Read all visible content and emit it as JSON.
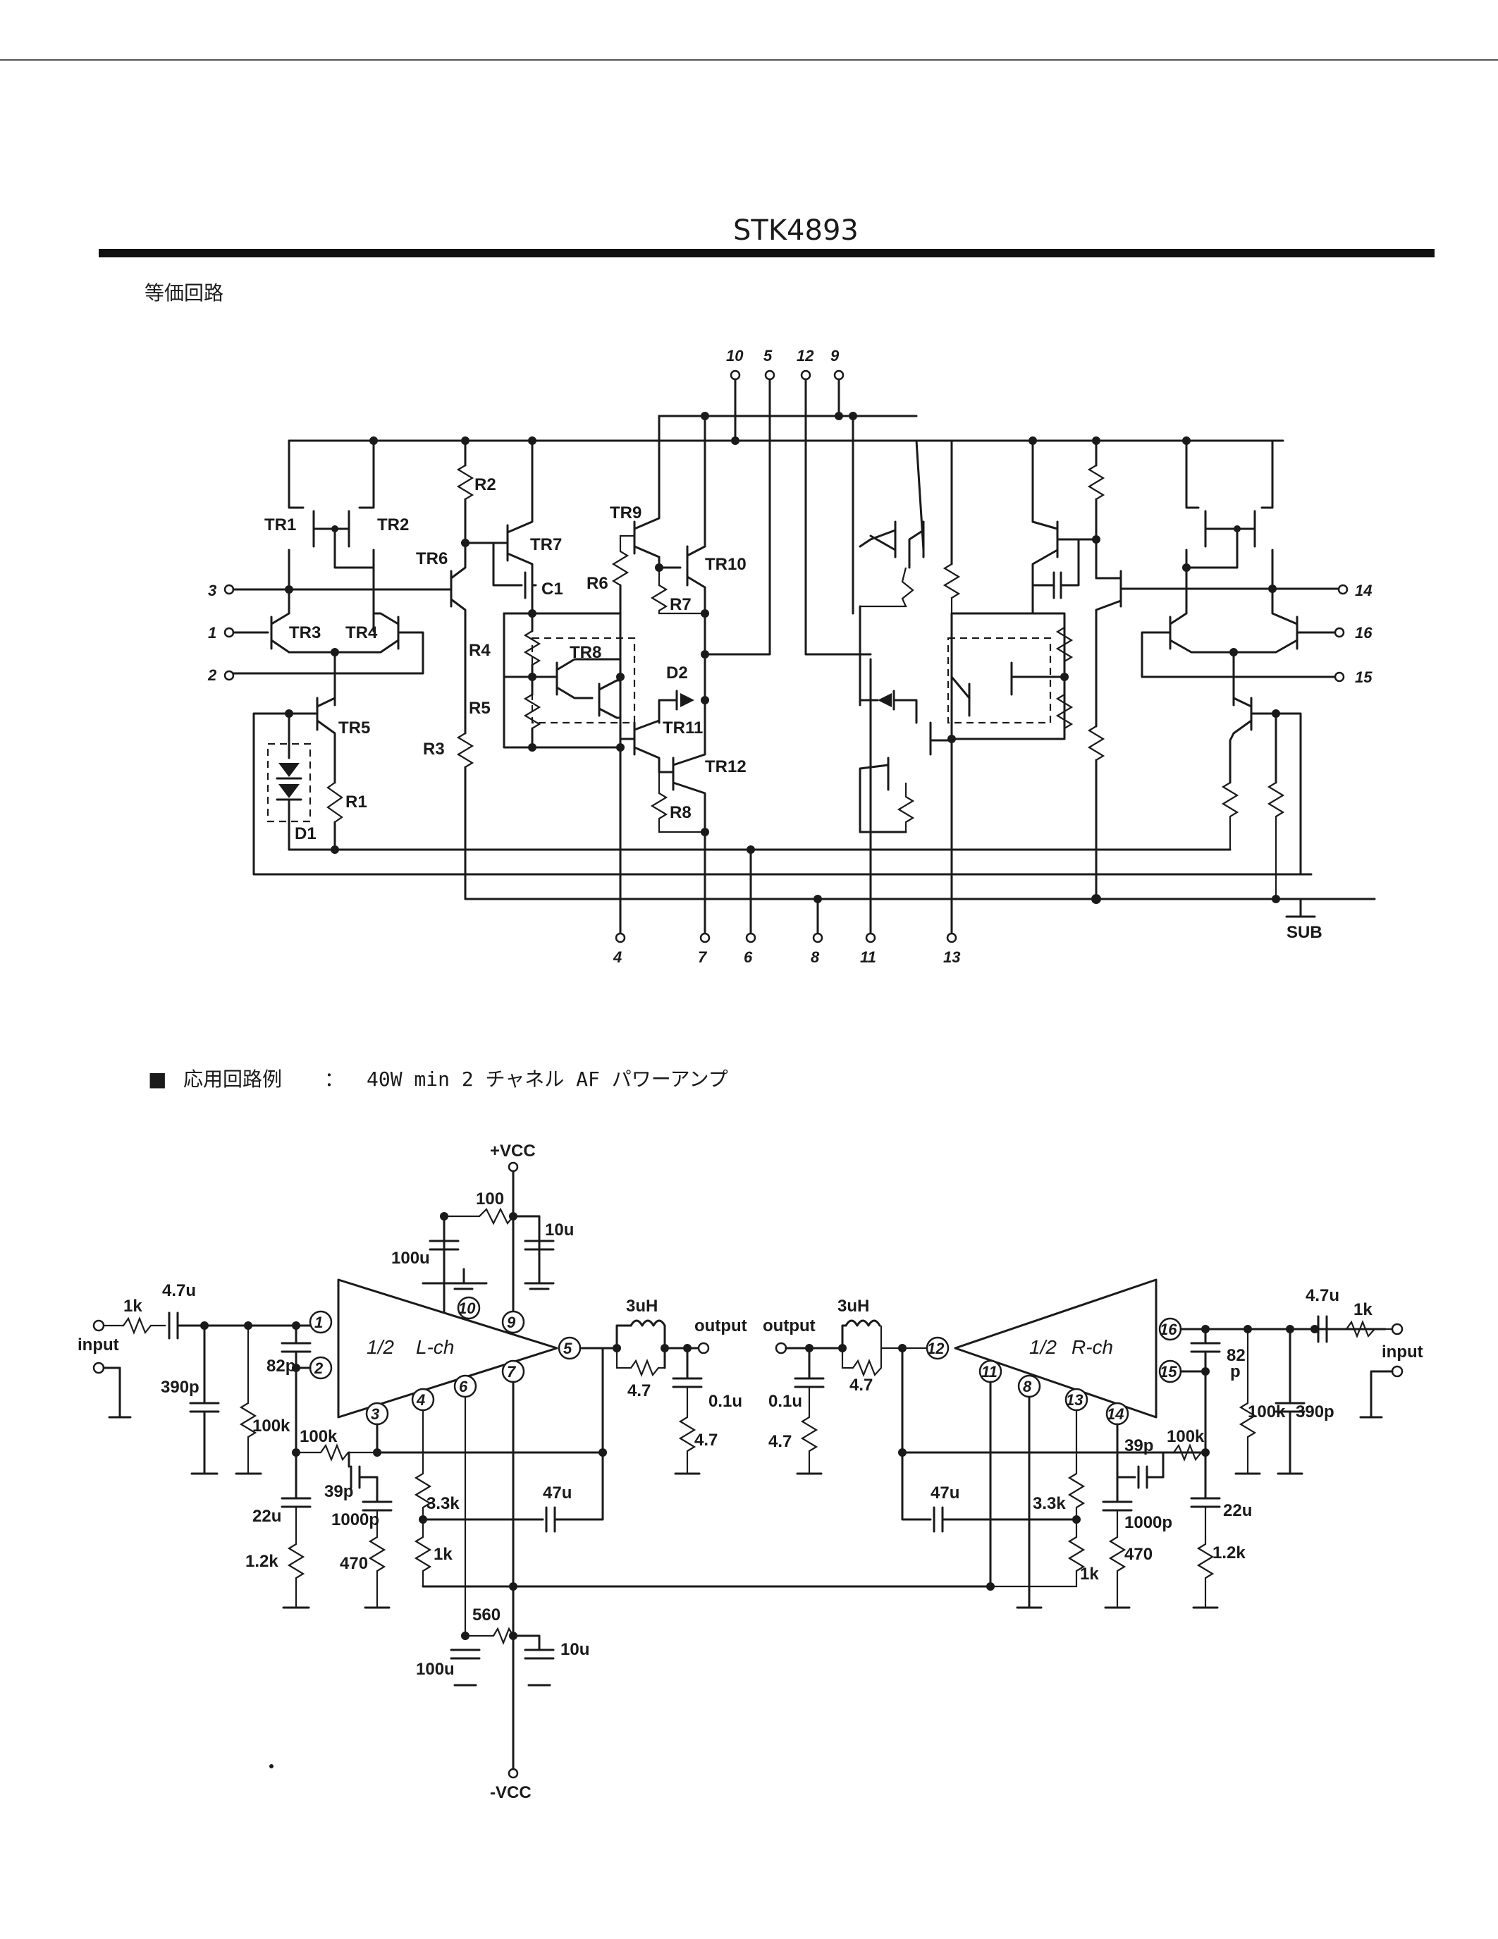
{
  "header": {
    "part_number": "STK4893"
  },
  "equivalent_circuit": {
    "title": "等価回路",
    "transistors": [
      "TR1",
      "TR2",
      "TR3",
      "TR4",
      "TR5",
      "TR6",
      "TR7",
      "TR8",
      "TR9",
      "TR10",
      "TR11",
      "TR12"
    ],
    "resistors": [
      "R1",
      "R2",
      "R3",
      "R4",
      "R5",
      "R6",
      "R7",
      "R8"
    ],
    "diodes": [
      "D1",
      "D2"
    ],
    "capacitors": [
      "C1"
    ],
    "top_pins": [
      "10",
      "5",
      "12",
      "9"
    ],
    "left_pins": [
      "3",
      "1",
      "2"
    ],
    "right_pins": [
      "14",
      "16",
      "15"
    ],
    "bottom_pins": [
      "4",
      "7",
      "6",
      "8",
      "11",
      "13"
    ],
    "substrate_label": "SUB"
  },
  "application_circuit": {
    "bullet": "■",
    "title_jp": "応用回路例",
    "separator": "：",
    "title_spec": "40W min 2 チャネル AF パワーアンプ",
    "supply_pos": "+VCC",
    "supply_neg": "-VCC",
    "left_amp": {
      "fraction": "1/2",
      "channel": "L-ch",
      "pins": [
        "1",
        "2",
        "3",
        "4",
        "6",
        "7",
        "9",
        "10",
        "5"
      ]
    },
    "right_amp": {
      "fraction": "1/2",
      "channel": "R-ch",
      "pins": [
        "12",
        "11",
        "8",
        "13",
        "14",
        "16",
        "15"
      ]
    },
    "labels": {
      "input": "input",
      "output": "output",
      "r_1k": "1k",
      "c_4_7u": "4.7u",
      "c_390p": "390p",
      "r_100k": "100k",
      "c_82p": "82p",
      "c_82": "82",
      "c_p": "p",
      "c_22u": "22u",
      "r_1_2k": "1.2k",
      "c_39p": "39p",
      "c_1000p": "1000p",
      "r_470": "470",
      "r_3_3k": "3.3k",
      "r_1k_b": "1k",
      "c_47u": "47u",
      "r_100": "100",
      "c_100u": "100u",
      "c_10u": "10u",
      "r_560": "560",
      "l_3uH": "3uH",
      "r_4_7": "4.7",
      "c_0_1u": "0.1u"
    }
  }
}
